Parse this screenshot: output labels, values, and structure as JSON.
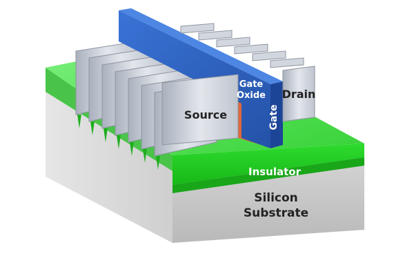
{
  "labels": {
    "source": "Source",
    "drain": "Drain",
    "gate_oxide_line1": "Gate",
    "gate_oxide_line2": "Oxide",
    "gate": "Gate",
    "insulator": "Insulator",
    "substrate_line1": "Silicon",
    "substrate_line2": "Substrate"
  },
  "colors": {
    "substrate": "#c8c8c8",
    "insulator": "#2fdc2f",
    "gate": "#2f63c4",
    "gate_oxide": "#e0683a",
    "fins": "#c7cdd8",
    "background": "#ffffff"
  },
  "fin_count": 7
}
